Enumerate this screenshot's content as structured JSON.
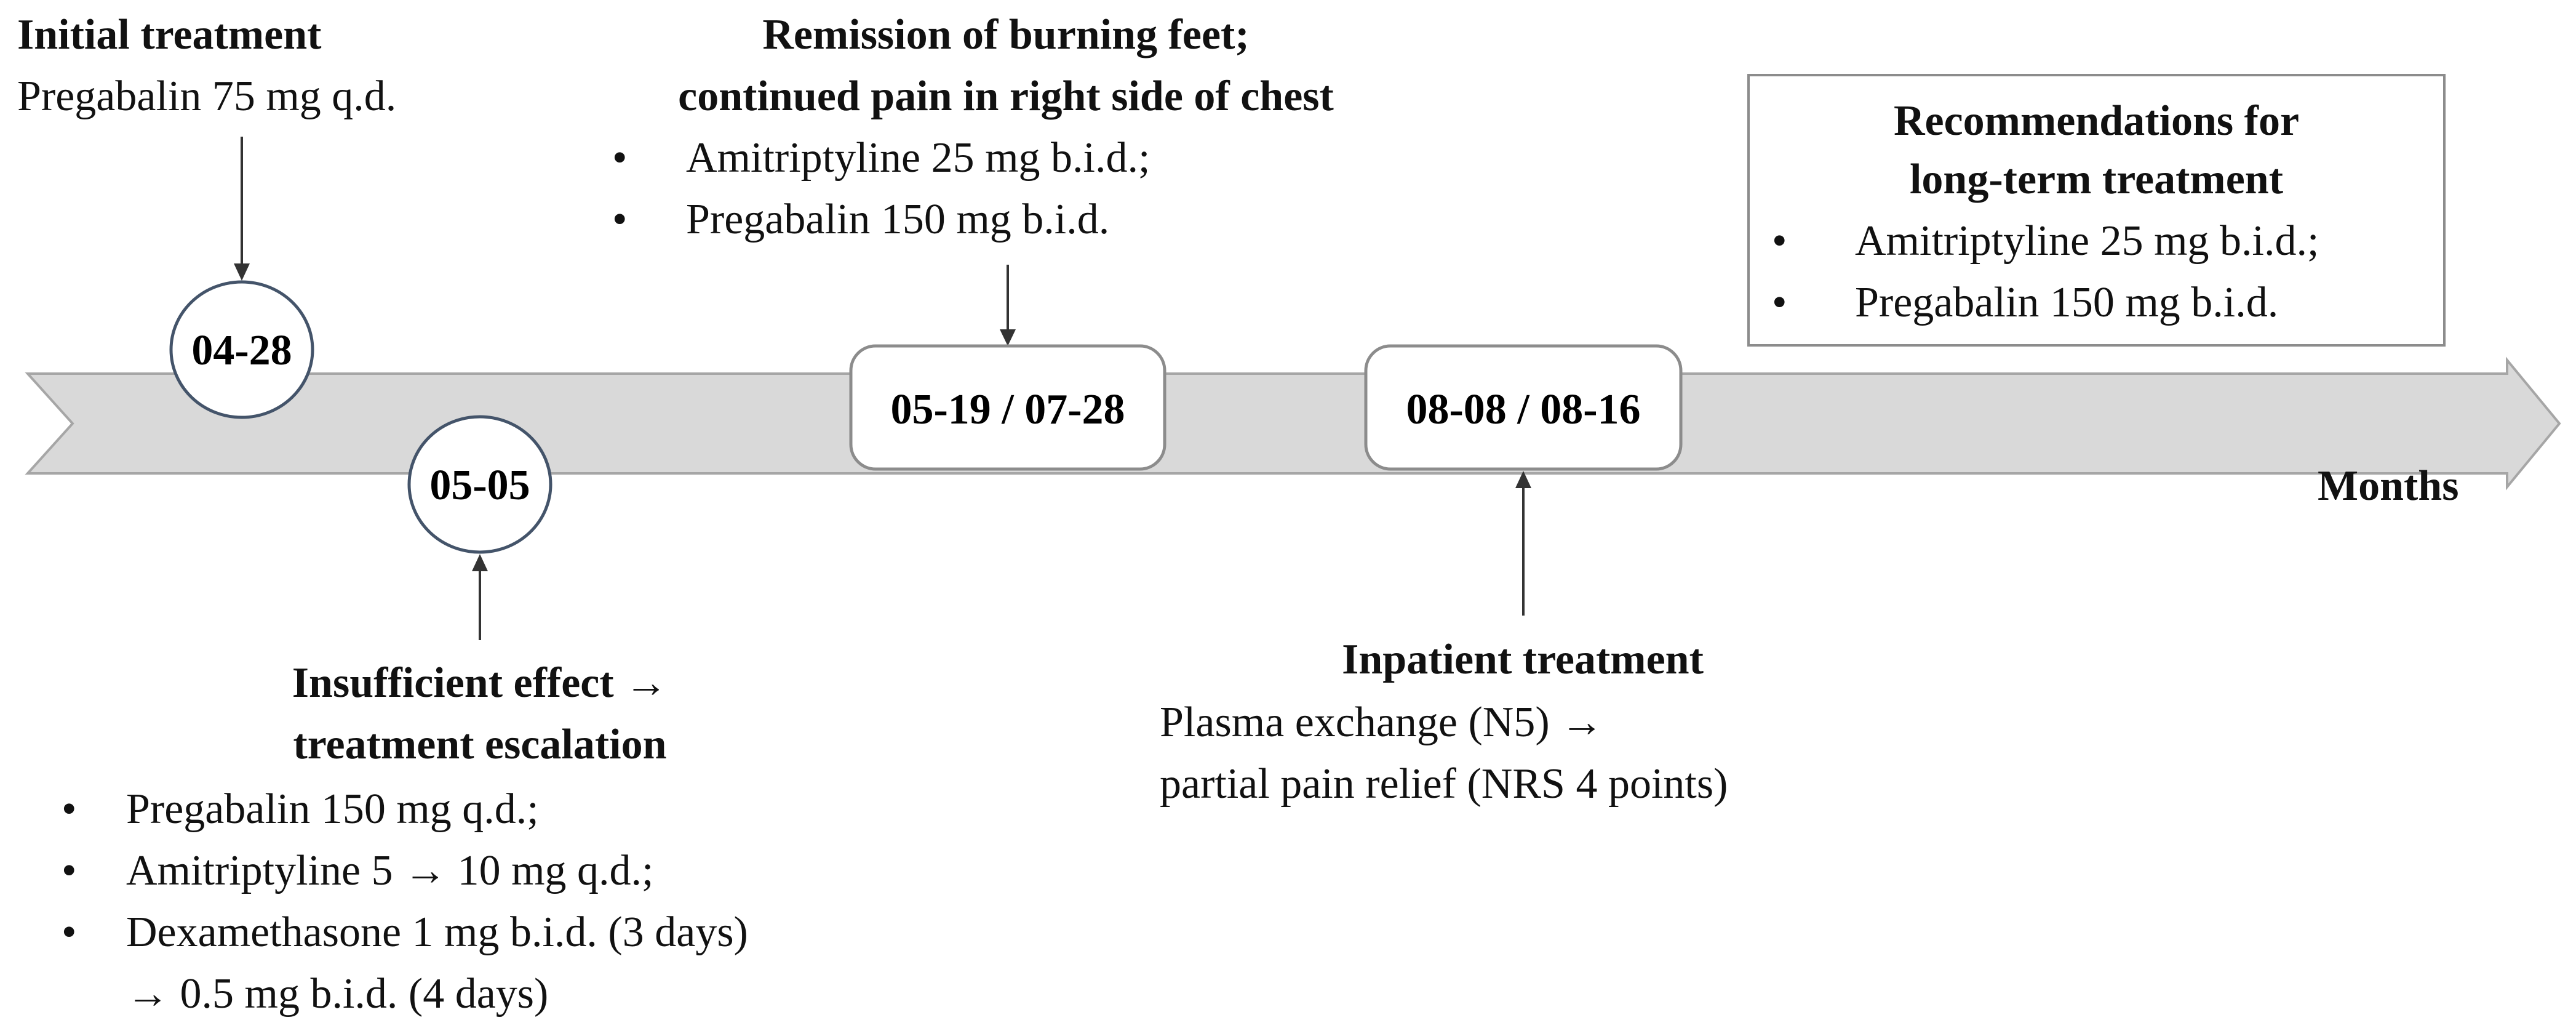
{
  "timeline": {
    "axis_label": "Months",
    "dates": {
      "d1": "04-28",
      "d2": "05-05",
      "d3": "05-19 / 07-28",
      "d4": "08-08 / 08-16"
    }
  },
  "events": {
    "initial": {
      "title": "Initial treatment",
      "text": "Pregabalin 75 mg q.d."
    },
    "remission": {
      "title_line1": "Remission of burning feet;",
      "title_line2": "continued pain in right side of chest",
      "items": [
        "Amitriptyline 25 mg b.i.d.;",
        "Pregabalin 150 mg b.i.d."
      ]
    },
    "recommendations": {
      "title_line1": "Recommendations for",
      "title_line2": "long-term treatment",
      "items": [
        "Amitriptyline 25 mg b.i.d.;",
        "Pregabalin 150 mg b.i.d."
      ]
    },
    "escalation": {
      "title_line1": "Insufficient effect →",
      "title_line2": "treatment escalation",
      "items": [
        "Pregabalin 150 mg q.d.;",
        "Amitriptyline 5 → 10 mg q.d.;",
        "Dexamethasone 1 mg b.i.d. (3 days)"
      ],
      "continuation": "→ 0.5 mg b.i.d. (4 days)"
    },
    "inpatient": {
      "title": "Inpatient treatment",
      "line1": "Plasma exchange (N5) →",
      "line2": "partial pain relief (NRS 4 points)"
    }
  },
  "bullet_symbol": "•",
  "colors": {
    "arrow_fill": "#d9d9d9",
    "arrow_stroke": "#a6a6a6",
    "node_stroke": "#44546a",
    "box_stroke": "#8c8c8c"
  }
}
